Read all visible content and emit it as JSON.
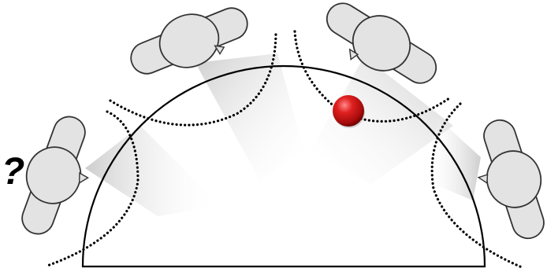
{
  "annotations": {
    "unknown_marker": "?"
  },
  "colors": {
    "background": "#ffffff",
    "outline": "#000000",
    "head_fill": "#e3e3e3",
    "head_stroke": "#333333",
    "view_cone": "#cfcfcf",
    "ball_main": "#c81414",
    "ball_highlight": "#ff8a8a",
    "ball_shadow": "#6e0000"
  },
  "scene": {
    "observers": [
      {
        "id": "top-left",
        "facing": "down-right"
      },
      {
        "id": "top-right",
        "facing": "down-left"
      },
      {
        "id": "left",
        "facing": "right",
        "annotated": true
      },
      {
        "id": "right",
        "facing": "left"
      }
    ],
    "target": {
      "id": "red-ball",
      "color": "red"
    }
  }
}
